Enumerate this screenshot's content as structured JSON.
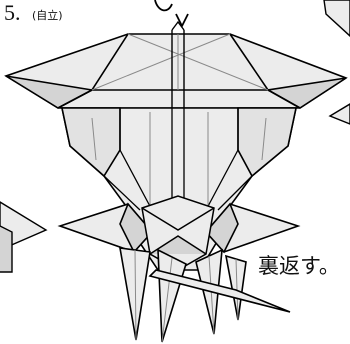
{
  "step": {
    "number": "5.",
    "note": "(自立)"
  },
  "instruction": "裏返す。",
  "colors": {
    "paper": "#ececec",
    "paper_shade": "#d4d4d4",
    "line": "#000000",
    "crease": "#8a8a8a"
  }
}
